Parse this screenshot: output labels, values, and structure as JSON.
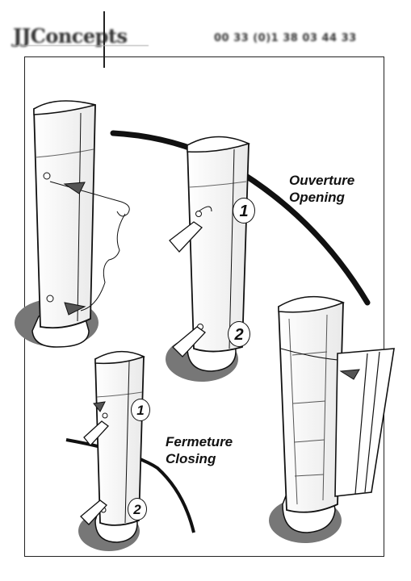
{
  "header": {
    "brand": "JJConcepts",
    "phone": "00 33 (0)1 38 03 44 33"
  },
  "captions": {
    "opening_fr": "Ouverture",
    "opening_en": "Opening",
    "closing_fr": "Fermeture",
    "closing_en": "Closing"
  },
  "steps": {
    "step_one": "1",
    "step_two": "2"
  },
  "colors": {
    "ink": "#111111",
    "shadow": "#777777"
  }
}
